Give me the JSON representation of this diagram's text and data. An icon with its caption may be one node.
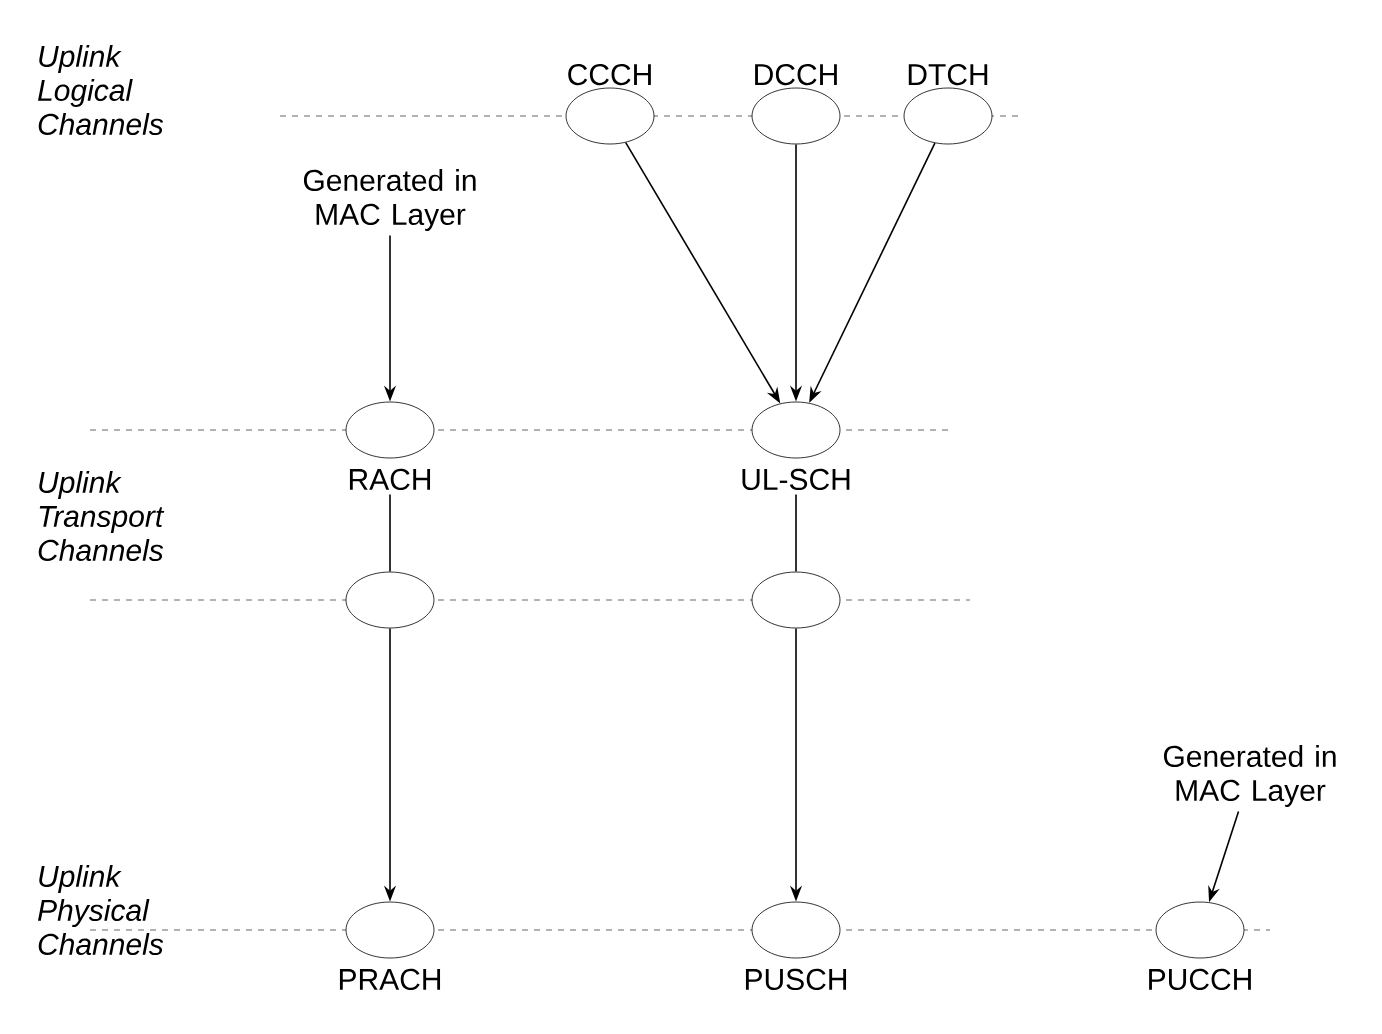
{
  "diagram": {
    "nodes": [
      {
        "text": [
          "CCCH"
        ]
      },
      {
        "text": [
          "DCCH"
        ]
      },
      {
        "text": [
          "DTCH"
        ]
      },
      {
        "text": [
          "Generated in MAC Layer"
        ]
      },
      {
        "text": [
          "RACH"
        ]
      },
      {
        "text": [
          "UL-SCH"
        ]
      },
      {
        "text": [],
        "shape": "ellipse"
      },
      {
        "text": [],
        "shape": "ellipse"
      },
      {
        "text": [
          "Generated in MAC Layer"
        ]
      },
      {
        "text": [
          "PRACH"
        ]
      },
      {
        "text": [
          "PUSCH"
        ]
      },
      {
        "text": [
          "PUCCH"
        ]
      }
    ],
    "edges": [
      {
        "from": 0,
        "to": 5,
        "arrow": "to"
      },
      {
        "from": 1,
        "to": 5,
        "arrow": "to"
      },
      {
        "from": 2,
        "to": 5,
        "arrow": "to"
      },
      {
        "from": 3,
        "to": 4,
        "arrow": "to"
      },
      {
        "from": 4,
        "to": 6,
        "arrow": "none"
      },
      {
        "from": 5,
        "to": 7,
        "arrow": "none"
      },
      {
        "from": 6,
        "to": 9,
        "arrow": "to"
      },
      {
        "from": 7,
        "to": 10,
        "arrow": "to"
      },
      {
        "from": 8,
        "to": 11,
        "arrow": "to"
      }
    ],
    "labels": [
      "Uplink Logical Channels",
      "Uplink Transport Channels",
      "Uplink Physical Channels"
    ]
  }
}
